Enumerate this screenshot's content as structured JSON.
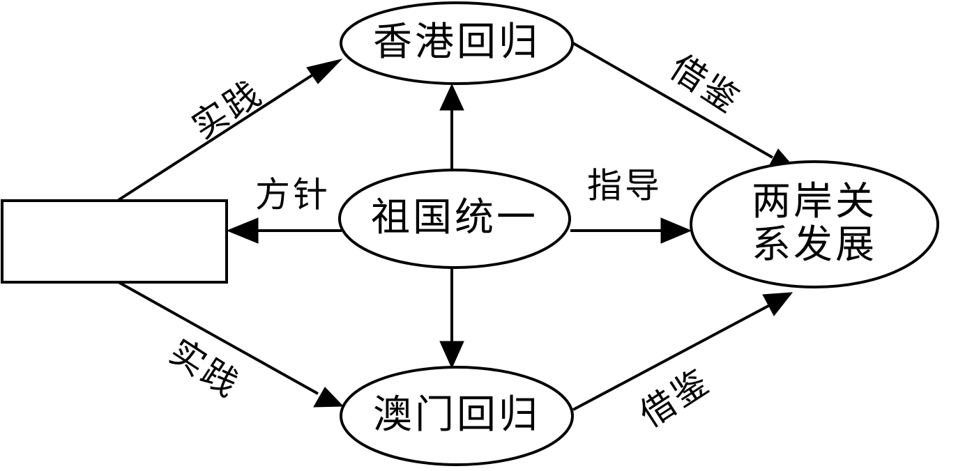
{
  "nodes": {
    "hong_kong": "香港回归",
    "macau": "澳门回归",
    "reunification": "祖国统一",
    "cross_strait_line1": "两岸关",
    "cross_strait_line2": "系发展",
    "blank_box": ""
  },
  "edges": {
    "practice_top": "实践",
    "practice_bottom": "实践",
    "policy": "方针",
    "guide": "指导",
    "reference_top": "借鉴",
    "reference_bottom": "借鉴"
  }
}
